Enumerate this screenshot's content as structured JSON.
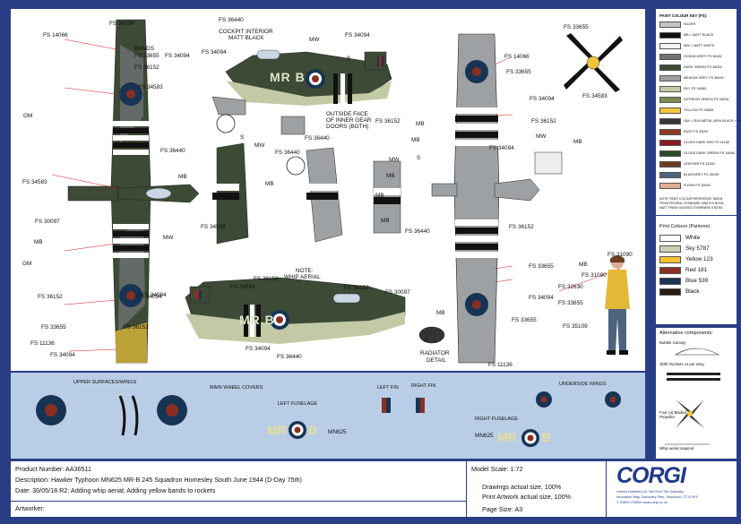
{
  "labels": {
    "top_view": [
      "FS 14066",
      "BANDS",
      "FS 33655",
      "FS 36152",
      "FS 34583",
      "GM",
      "FS 34583",
      "FS 30097",
      "MB",
      "GM",
      "FS 36152",
      "FS 33655",
      "FS 11136",
      "FS 34094",
      "FS 36152",
      "FS 34094",
      "FS 34094"
    ],
    "side_view": [
      "FS 36440",
      "FS 34094",
      "COCKPIT INTERIOR",
      "MATT BLACK",
      "MW",
      "FS 34094",
      "FS 34094",
      "FS 34583",
      "FS 36440",
      "MW",
      "FS 36440",
      "OUTSIDE FACE",
      "OF INNER GEAR",
      "DOORS (BOTH)",
      "FS 36152",
      "S",
      "S",
      "FS 34094",
      "FS 36440",
      "S",
      "MB",
      "MW",
      "FS 34583",
      "MB"
    ],
    "under_view": [
      "FS 14066",
      "FS 33655",
      "FS 34094",
      "MB",
      "FS 36152",
      "MB",
      "FS 34094",
      "S",
      "MB",
      "MW",
      "MB",
      "MB",
      "FS 36440",
      "MB",
      "MB",
      "FS 36152",
      "FS 33655",
      "FS 34094",
      "FS 33655",
      "FS 11136",
      "S",
      "MB",
      "MW",
      "MB"
    ],
    "port_view": [
      "FS 34094",
      "FS 34583",
      "FS 36152",
      "NOTE:",
      "WHIP AERIAL",
      "FS 36152",
      "FS 30097",
      "FS 34094",
      "FS 36440",
      "MB",
      "S",
      "RADIATOR",
      "DETAIL",
      "MB"
    ],
    "pilot": [
      "MB",
      "FS 31090",
      "FS 31090",
      "FS 32630",
      "FS 33655",
      "FS 35109"
    ],
    "prop_fs": [
      "FS 33655",
      "FS 34583"
    ]
  },
  "paint_key": {
    "title": "PAINT COLOUR KEY (FS):",
    "items": [
      {
        "label": "SILVER",
        "color": "#c4c6c9"
      },
      {
        "label": "MB = MATT BLACK",
        "color": "#121212"
      },
      {
        "label": "MW = MATT WHITE",
        "color": "#f4f4f2"
      },
      {
        "label": "OCEAN GREY FS 36152",
        "color": "#6e7274"
      },
      {
        "label": "DARK GREEN FS 34094",
        "color": "#3c4a36"
      },
      {
        "label": "MEDIUM GREY FS 36440",
        "color": "#9ea1a3"
      },
      {
        "label": "SKY FS 34583",
        "color": "#c3c9a4"
      },
      {
        "label": "INTERIOR GREEN FS 34226",
        "color": "#7b8a57"
      },
      {
        "label": "YELLOW FS 33655",
        "color": "#f3c63a"
      },
      {
        "label": "GM = GUN METAL (80% BLACK + 20% SILVER)",
        "color": "#353638"
      },
      {
        "label": "RUST FS 30097",
        "color": "#8a3b1c"
      },
      {
        "label": "GLOSS DARK RED FS 11136",
        "color": "#8d1a1f"
      },
      {
        "label": "GLOSS DARK GREEN FS 14066",
        "color": "#2d4a2c"
      },
      {
        "label": "LEATHER FS 31090",
        "color": "#6d3f22"
      },
      {
        "label": "BLUE/GREY FS 35109",
        "color": "#4d6380"
      },
      {
        "label": "FLESH FS 32630",
        "color": "#dcae91"
      }
    ],
    "note": [
      "NOTE: PAINT COLOUR REFERENCE TAKEN",
      "FROM FEDERAL STANDARD SWATCH BOOK.",
      "MATT FINISH UNLESS OTHERWISE STATED"
    ]
  },
  "pantone_key": {
    "title": "Print Colours (Pantone):",
    "items": [
      {
        "label": "White",
        "color": "#ffffff"
      },
      {
        "label": "Sky 5787",
        "color": "#c9ceb0"
      },
      {
        "label": "Yellow 123",
        "color": "#f7c12e"
      },
      {
        "label": "Red 181",
        "color": "#8b2e22"
      },
      {
        "label": "Blue 539",
        "color": "#173454"
      },
      {
        "label": "Black",
        "color": "#2a1d14"
      }
    ]
  },
  "alternatives": {
    "title": "Alternative components:",
    "items": [
      "Bubble Canopy",
      "'60lb' Rockets x4 per wing",
      "Four (4) Bladed Propeller",
      "Whip aerial required"
    ]
  },
  "decals": {
    "upper": "UPPER SURFACES/WINGS",
    "wheel": "MAIN WHEEL COVERS",
    "left_fuselage": "LEFT FUSELAGE",
    "left_fin": "LEFT FIN",
    "right_fin": "RIGHT FIN",
    "underside": "UNDERSIDE WINGS",
    "right_fuselage": "RIGHT FUSELAGE",
    "serial_left": "MN625",
    "serial_right": "MN625",
    "code_left": "MR",
    "code_right": "MR",
    "letter": "B"
  },
  "footer": {
    "product_number": "Product Number:  AA36511",
    "description": "Description: Hawker Typhoon MN625 MR-B 245 Squadron Homesley South June 1944 (D-Day 75th)",
    "date": "Date: 30/05/18 R2: Adding whip aerial; Adding yellow bands to rockets",
    "artworker": "Artworker:",
    "scale": "Model Scale: 1:72",
    "drawings": "Drawings actual size, 100%",
    "print_artwork": "Print Artwork actual size, 100%",
    "page_size": "Page Size: A3",
    "brand": "CORGI",
    "address": [
      "Hornby Hobbies Ltd, 3rd Floor The Gateway,",
      "Innovation Way, Discovery Park, Sandwich, CT13 9FF",
      "T: 01843 233500    www.corgi.co.uk"
    ]
  },
  "markings": {
    "code": "MR",
    "letter": "B",
    "letter_code": "MR B"
  },
  "colors": {
    "dark_green": "#3c4a36",
    "ocean_grey": "#6e7274",
    "medium_grey": "#9ea1a3",
    "sky": "#c3c9a4",
    "yellow": "#f3c63a",
    "roundel_blue": "#173454",
    "roundel_red": "#8b2e22",
    "border": "#2a3e86",
    "decal_bg": "#b9cde6"
  }
}
